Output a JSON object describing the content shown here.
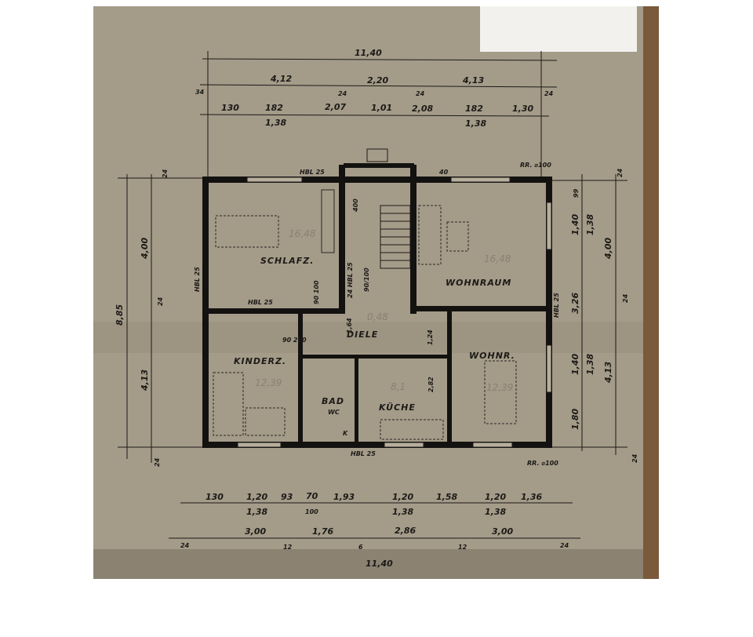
{
  "plan": {
    "rooms": {
      "schlafz": {
        "label": "SCHLAFZ.",
        "area": "16,48"
      },
      "wohnraum": {
        "label": "WOHNRAUM",
        "area": "16,48"
      },
      "kinderz": {
        "label": "KINDERZ.",
        "area": "12,39"
      },
      "wohnr": {
        "label": "WOHNR.",
        "area": "12,39"
      },
      "bad": {
        "label": "BAD",
        "sub": "WC"
      },
      "kueche": {
        "label": "KÜCHE",
        "area": "8,1"
      },
      "diele": {
        "label": "DIELE",
        "area": "0,48"
      }
    },
    "top_dims": {
      "total": "11,40",
      "row1": [
        "34",
        "4,12",
        "24",
        "2,20",
        "24",
        "4,13",
        "24"
      ],
      "row2": [
        "130",
        "182",
        "1,38",
        "2,07",
        "1,01",
        "2,08",
        "182",
        "1,38",
        "1,30"
      ]
    },
    "bottom_dims": {
      "row1": [
        "130",
        "1,20",
        "1,38",
        "93",
        "70",
        "100",
        "1,93",
        "1,20",
        "1,38",
        "1,58",
        "1,20",
        "1,38",
        "1,36"
      ],
      "row2": [
        "24",
        "3,00",
        "12",
        "1,76",
        "6",
        "2,86",
        "12",
        "3,00",
        "24"
      ],
      "total": "11,40"
    },
    "left_dims": [
      "8,85",
      "24",
      "4,00",
      "24",
      "4,13",
      "24"
    ],
    "right_dims": [
      "24",
      "99",
      "1,40",
      "1,38",
      "4,00",
      "3,26",
      "24",
      "1,40",
      "1,38",
      "4,13",
      "1,80",
      "24"
    ],
    "annotations": {
      "hbl_top": "HBL 25",
      "hbl_mid": "HBL 25",
      "hbl_bottom": "HBL 25",
      "hbl_left": "HBL 25",
      "hbl_right": "HBL 25",
      "rr_top": "RR. ⌀100",
      "rr_bottom": "RR. ⌀100",
      "stair_dim": "400",
      "stair_note": "24 HBL 25",
      "door_a": "90/100",
      "door_b": "90 100",
      "door_c": "90 200",
      "door_d": "1,64",
      "door_e": "1,24",
      "k_label": "K",
      "chimney_40": "40",
      "kueche_dim": "2,82"
    }
  }
}
